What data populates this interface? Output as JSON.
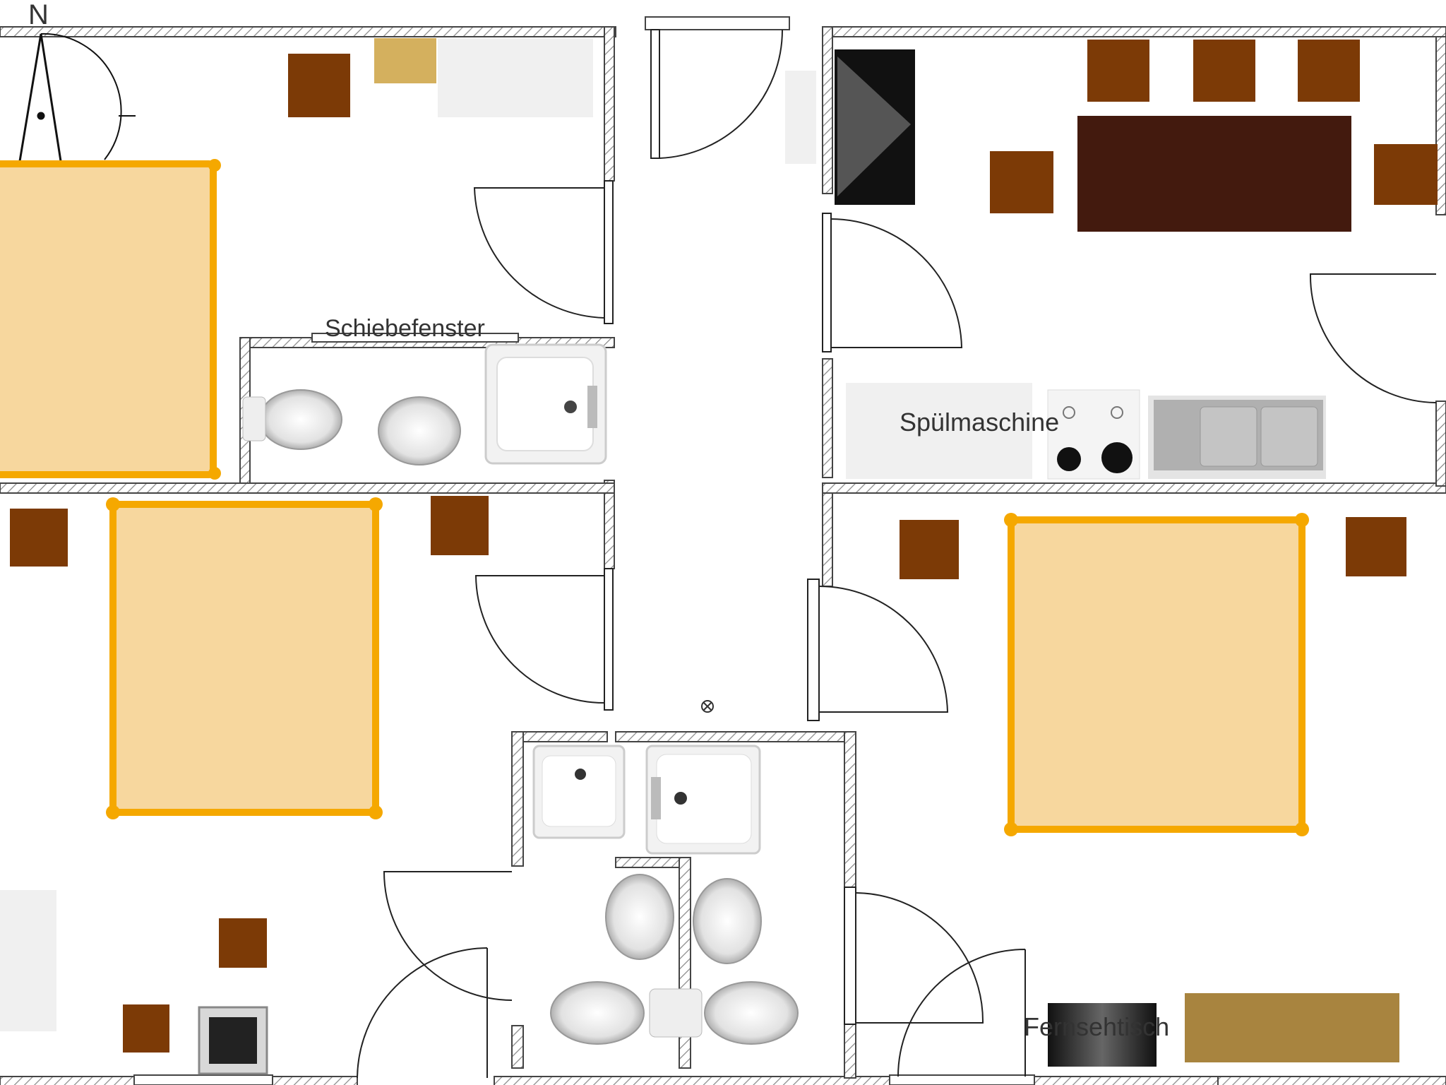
{
  "labels": {
    "north": "N",
    "sliding_window": "Schiebefenster",
    "dishwasher": "Spülmaschine",
    "tv_table": "Fernsehtisch"
  },
  "colors": {
    "wall": "#444444",
    "wall_fill": "#ffffff",
    "hatch": "#8a8a8a",
    "bed_frame": "#f5a800",
    "bed_mattress": "#f7d79e",
    "furniture_brown": "#7c3a06",
    "dining_table": "#431a0e",
    "tv_table": "#a8843f",
    "desk_light": "#d4b05e",
    "appliance_light": "#f0f0f0",
    "appliance_mid": "#b0b0b0",
    "tv_dark": "#111111",
    "fixture": "#e9e9e9"
  },
  "icons": [
    "compass-icon",
    "door-swing-icon",
    "toilet-icon",
    "sink-icon",
    "shower-icon",
    "stove-icon",
    "tv-icon",
    "bed-icon"
  ]
}
